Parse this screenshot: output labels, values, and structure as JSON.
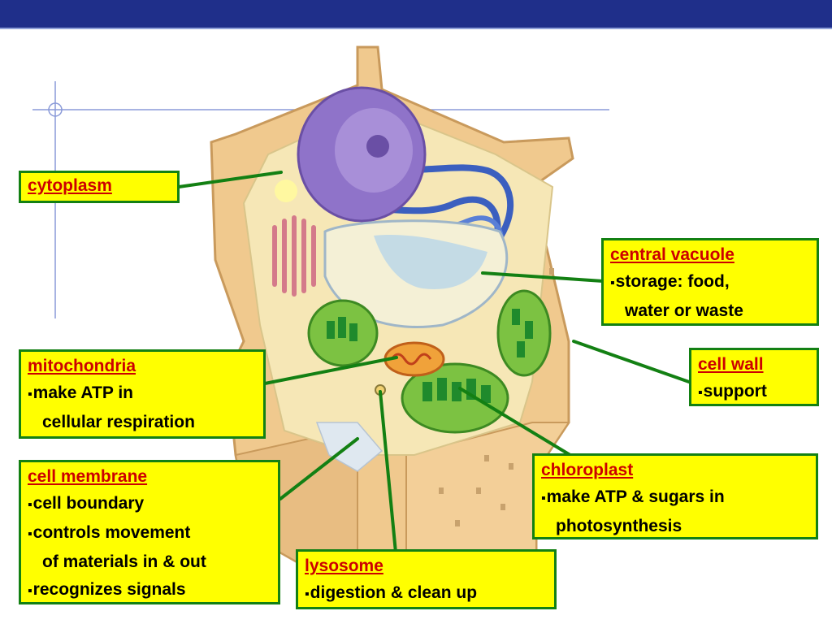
{
  "colors": {
    "label_fill": "#ffff00",
    "label_border": "#138013",
    "title_red": "#cc0000",
    "topbar": "#1f2f8a",
    "leader": "#138013"
  },
  "labels": {
    "cytoplasm": {
      "title": "cytoplasm"
    },
    "central_vacuole": {
      "title": "central vacuole",
      "lines": [
        "storage: food,",
        "water or waste"
      ]
    },
    "cell_wall": {
      "title": "cell wall",
      "lines": [
        "support"
      ]
    },
    "mitochondria": {
      "title": "mitochondria",
      "lines": [
        "make ATP in",
        "cellular respiration"
      ]
    },
    "chloroplast": {
      "title": "chloroplast",
      "lines": [
        "make ATP & sugars in",
        "photosynthesis"
      ]
    },
    "cell_membrane": {
      "title": "cell membrane",
      "lines": [
        "cell boundary",
        "controls movement",
        "of materials in & out",
        "recognizes signals"
      ]
    },
    "lysosome": {
      "title": "lysosome",
      "lines": [
        "digestion & clean up"
      ]
    }
  }
}
